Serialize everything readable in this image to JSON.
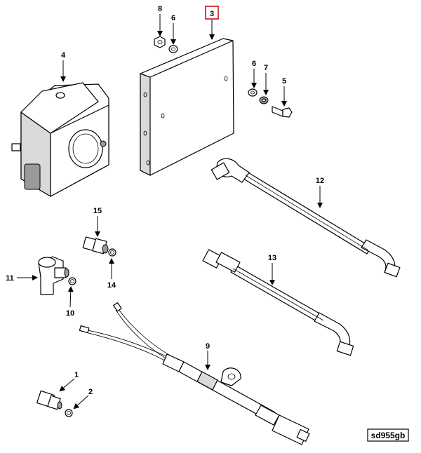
{
  "callouts": {
    "c1": "1",
    "c2": "2",
    "c3": "3",
    "c4": "4",
    "c5": "5",
    "c6a": "6",
    "c6b": "6",
    "c7": "7",
    "c8": "8",
    "c9": "9",
    "c10": "10",
    "c11": "11",
    "c12": "12",
    "c13": "13",
    "c14": "14",
    "c15": "15"
  },
  "highlight_color": "#cc0000",
  "drawing_code": "sd955gb"
}
